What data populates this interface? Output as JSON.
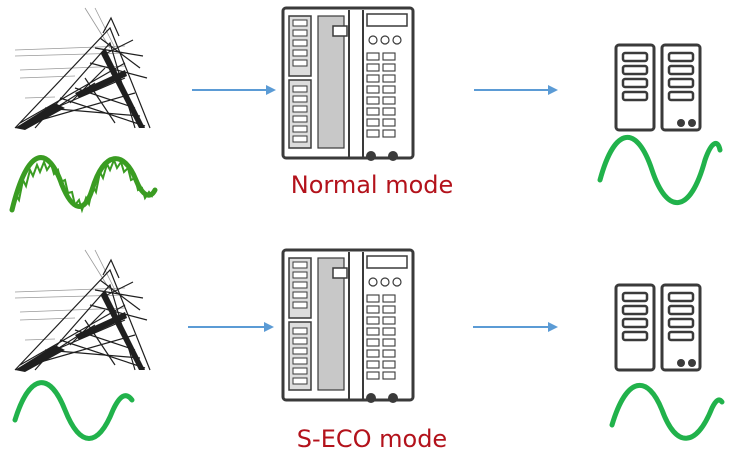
{
  "modes": [
    {
      "label": "Normal mode",
      "input_wave": "distorted-sine",
      "output_wave": "clean-sine"
    },
    {
      "label": "S-ECO mode",
      "input_wave": "clean-sine",
      "output_wave": "clean-sine"
    }
  ],
  "icons": {
    "source": "power-tower-icon",
    "ups": "ups-cabinet-icon",
    "load": "server-rack-icon"
  },
  "colors": {
    "label_text": "#b3121b",
    "arrow": "#5b9bd5",
    "wave_distorted": "#3a9c22",
    "wave_clean": "#21b24b",
    "icon_stroke": "#3a3a3a"
  }
}
